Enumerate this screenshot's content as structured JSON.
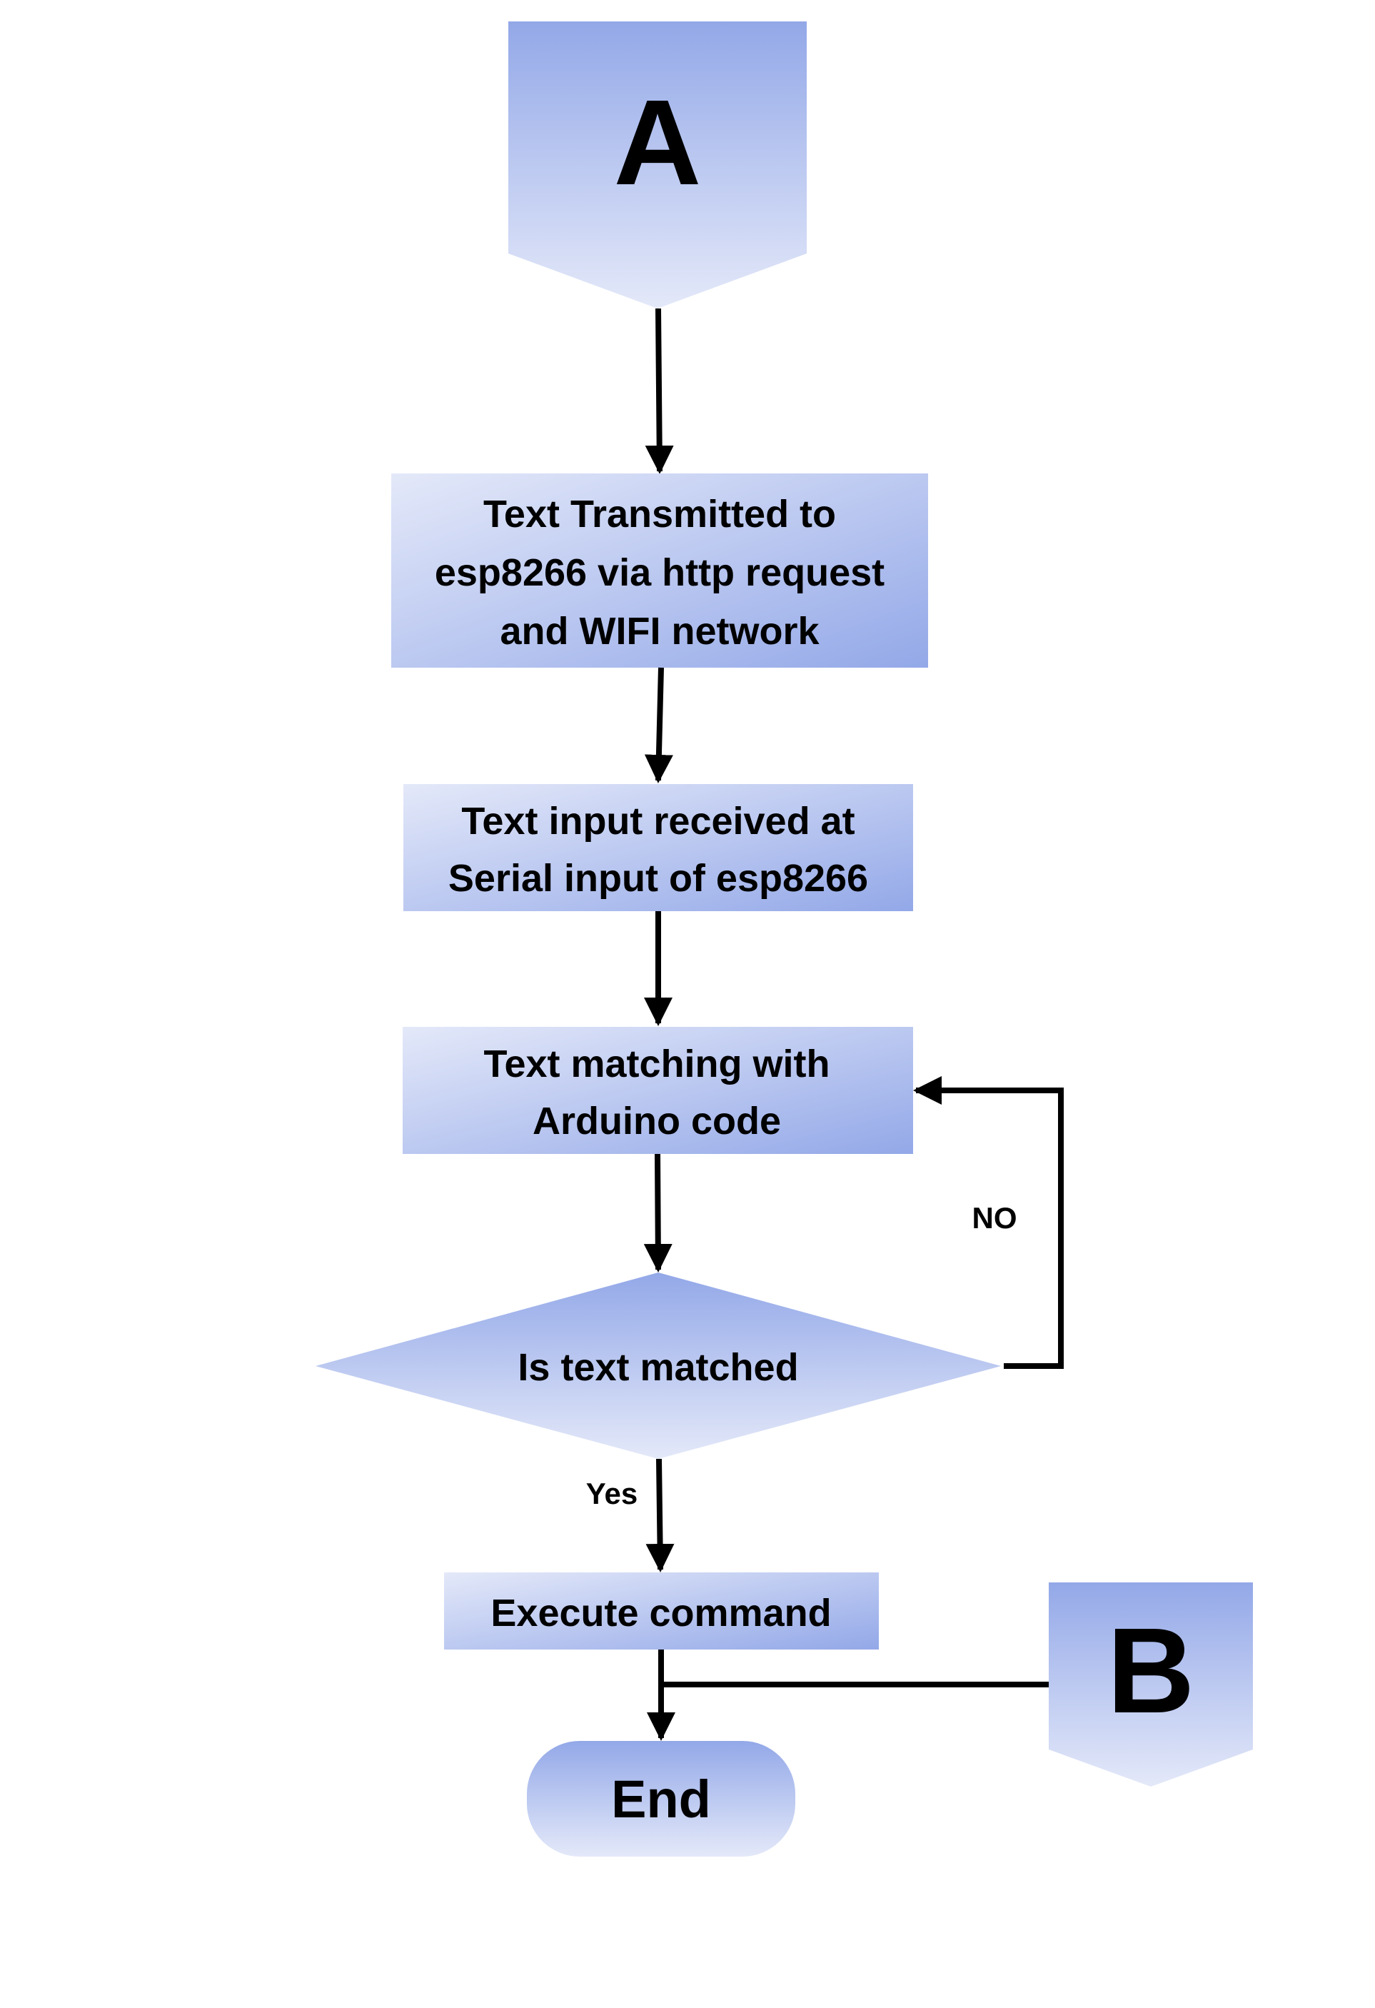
{
  "colors": {
    "fill_dark": "#93a8e8",
    "fill_light": "#e4e9f9",
    "line": "#000000",
    "text": "#000000"
  },
  "connectors": {
    "a": "A",
    "b": "B"
  },
  "steps": {
    "transmit": [
      "Text Transmitted to",
      "esp8266 via http request",
      "and WIFI network"
    ],
    "receive": [
      "Text input received at",
      "Serial input of esp8266"
    ],
    "match": [
      "Text matching with",
      "Arduino code"
    ],
    "decision": "Is text matched",
    "execute": "Execute command",
    "end": "End"
  },
  "edge_labels": {
    "no": "NO",
    "yes": "Yes"
  }
}
